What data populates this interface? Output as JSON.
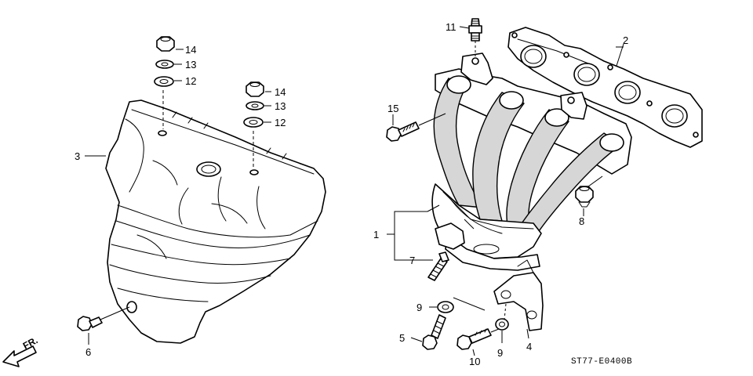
{
  "labels": {
    "p1": "1",
    "p2": "2",
    "p3": "3",
    "p4": "4",
    "p5": "5",
    "p6": "6",
    "p7": "7",
    "p8": "8",
    "p9a": "9",
    "p9b": "9",
    "p10": "10",
    "p11": "11",
    "p12a": "12",
    "p12b": "12",
    "p13a": "13",
    "p13b": "13",
    "p14a": "14",
    "p14b": "14",
    "p15": "15"
  },
  "direction_mark": "FR.",
  "diagram_code": "ST77-E0400B"
}
